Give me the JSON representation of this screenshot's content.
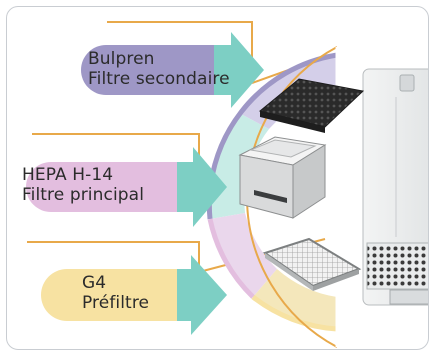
{
  "filters": [
    {
      "name": "Bulpren",
      "role": "Filtre secondaire",
      "pill_color": "#9e97c6",
      "arrow_color": "#7dcfc4"
    },
    {
      "name": "HEPA H-14",
      "role": "Filtre principal",
      "pill_color": "#e3bedf",
      "arrow_color": "#7dcfc4"
    },
    {
      "name": "G4",
      "role": "Préfiltre",
      "pill_color": "#f7e2a2",
      "arrow_color": "#7dcfc4"
    }
  ],
  "colors": {
    "connector": "#e8a94a",
    "ring": "#c8ece6",
    "frame": "#c9cdd2"
  }
}
